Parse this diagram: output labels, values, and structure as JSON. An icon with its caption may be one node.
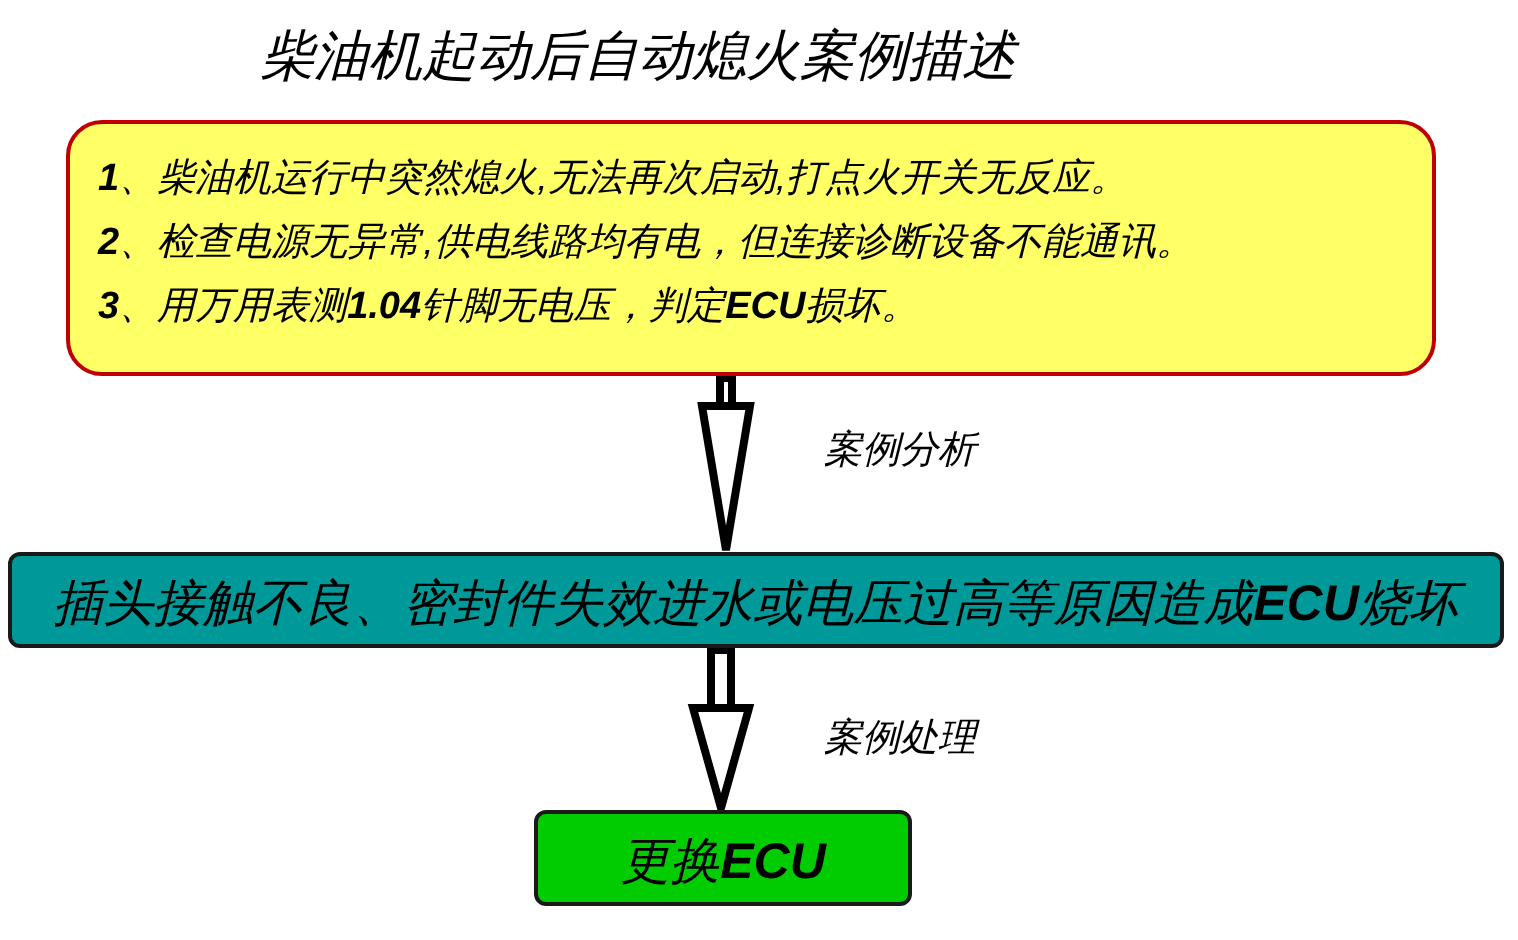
{
  "diagram": {
    "title": "柴油机起动后自动熄火案例描述",
    "nodes": [
      {
        "text": [
          "**1**、柴油机运行中突然熄火,无法再次启动,打点火开关无反应。",
          "**2**、检查电源无异常,供电线路均有电，但连接诊断设备不能通讯。",
          "**3**、用万用表测**1.04**针脚无电压，判定**ECU**损坏。"
        ]
      },
      {
        "text": [
          "插头接触不良、密封件失效进水或电压过高等原因造成**ECU**烧坏"
        ]
      },
      {
        "text": [
          "更换**ECU**"
        ]
      }
    ],
    "edges": [
      {
        "from": 0,
        "to": 1,
        "arrow": "to",
        "label": "案例分析"
      },
      {
        "from": 1,
        "to": 2,
        "arrow": "to",
        "label": "案例处理"
      }
    ]
  }
}
